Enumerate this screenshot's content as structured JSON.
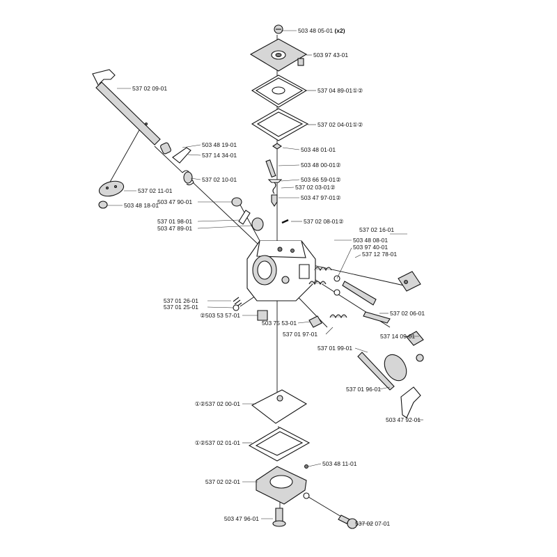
{
  "callouts": [
    {
      "id": "c01",
      "number": "503 48 05-01",
      "suffix": "(x2)",
      "marks": []
    },
    {
      "id": "c02",
      "number": "503 97 43-01",
      "suffix": "",
      "marks": []
    },
    {
      "id": "c03",
      "number": "537 04 89-01",
      "suffix": "",
      "marks": [
        "1",
        "2"
      ]
    },
    {
      "id": "c04",
      "number": "537 02 04-01",
      "suffix": "",
      "marks": [
        "1",
        "2"
      ]
    },
    {
      "id": "c05",
      "number": "503 48 01-01",
      "suffix": "",
      "marks": []
    },
    {
      "id": "c06",
      "number": "503 48 00-01",
      "suffix": "",
      "marks": [
        "2"
      ]
    },
    {
      "id": "c07",
      "number": "503 66 59-01",
      "suffix": "",
      "marks": [
        "2"
      ]
    },
    {
      "id": "c08",
      "number": "537 02 03-01",
      "suffix": "",
      "marks": [
        "2"
      ]
    },
    {
      "id": "c09",
      "number": "503 47 97-01",
      "suffix": "",
      "marks": [
        "2"
      ]
    },
    {
      "id": "c10",
      "number": "537 02 08-01",
      "suffix": "",
      "marks": [
        "2"
      ]
    },
    {
      "id": "c11",
      "number": "537 02 16-01",
      "suffix": "",
      "marks": []
    },
    {
      "id": "c12",
      "number": "503 48 08-01",
      "suffix": "",
      "marks": []
    },
    {
      "id": "c13",
      "number": "503 97 40-01",
      "suffix": "",
      "marks": []
    },
    {
      "id": "c14",
      "number": "537 12 78-01",
      "suffix": "",
      "marks": []
    },
    {
      "id": "c15",
      "number": "537 02 06-01",
      "suffix": "",
      "marks": []
    },
    {
      "id": "c16",
      "number": "537 14 09-01",
      "suffix": "",
      "marks": []
    },
    {
      "id": "c17",
      "number": "537 01 99-01",
      "suffix": "",
      "marks": []
    },
    {
      "id": "c18",
      "number": "537 01 96-01",
      "suffix": "",
      "marks": []
    },
    {
      "id": "c19",
      "number": "503 47 92-01",
      "suffix": "",
      "marks": []
    },
    {
      "id": "c20",
      "number": "537 02 09-01",
      "suffix": "",
      "marks": []
    },
    {
      "id": "c21",
      "number": "503 48 19-01",
      "suffix": "",
      "marks": []
    },
    {
      "id": "c22",
      "number": "537 14 34-01",
      "suffix": "",
      "marks": []
    },
    {
      "id": "c23",
      "number": "537 02 10-01",
      "suffix": "",
      "marks": []
    },
    {
      "id": "c24",
      "number": "537 02 11-01",
      "suffix": "",
      "marks": []
    },
    {
      "id": "c25",
      "number": "503 48 18-01",
      "suffix": "",
      "marks": []
    },
    {
      "id": "c26",
      "number": "503 47 90-01",
      "suffix": "",
      "marks": []
    },
    {
      "id": "c27",
      "number": "537 01 98-01",
      "suffix": "",
      "marks": []
    },
    {
      "id": "c28",
      "number": "503 47 89-01",
      "suffix": "",
      "marks": []
    },
    {
      "id": "c29",
      "number": "537 01 26-01",
      "suffix": "",
      "marks": []
    },
    {
      "id": "c30",
      "number": "537 01 25-01",
      "suffix": "",
      "marks": []
    },
    {
      "id": "c31",
      "number": "503 53 57-01",
      "suffix": "",
      "marks": [
        "2"
      ]
    },
    {
      "id": "c32",
      "number": "503 75 53-01",
      "suffix": "",
      "marks": []
    },
    {
      "id": "c33",
      "number": "537 01 97-01",
      "suffix": "",
      "marks": []
    },
    {
      "id": "c34",
      "number": "537 02 00-01",
      "suffix": "",
      "marks": [
        "1",
        "2"
      ]
    },
    {
      "id": "c35",
      "number": "537 02 01-01",
      "suffix": "",
      "marks": [
        "1",
        "2"
      ]
    },
    {
      "id": "c36",
      "number": "503 48 11-01",
      "suffix": "",
      "marks": []
    },
    {
      "id": "c37",
      "number": "537 02 02-01",
      "suffix": "",
      "marks": []
    },
    {
      "id": "c38",
      "number": "503 47 96-01",
      "suffix": "",
      "marks": []
    },
    {
      "id": "c39",
      "number": "537 02 07-01",
      "suffix": "",
      "marks": []
    }
  ]
}
